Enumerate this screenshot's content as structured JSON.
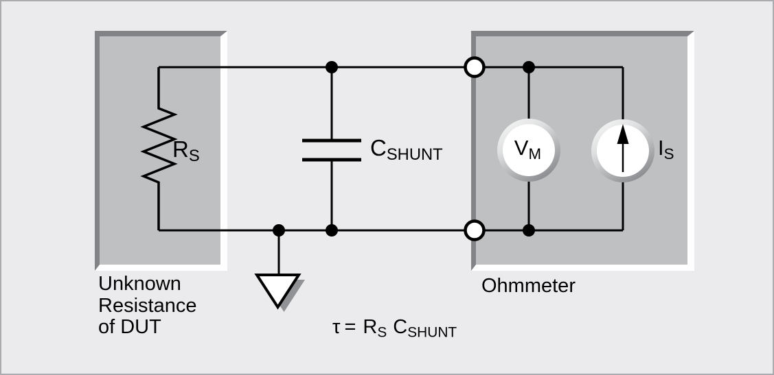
{
  "boxes": {
    "dut": {
      "caption_line1": "Unknown",
      "caption_line2": "Resistance",
      "caption_line3": "of DUT"
    },
    "ohmmeter": {
      "caption": "Ohmmeter"
    }
  },
  "components": {
    "resistor": {
      "base": "R",
      "sub": "S"
    },
    "capacitor": {
      "base": "C",
      "sub": "SHUNT"
    },
    "voltmeter": {
      "base": "V",
      "sub": "M"
    },
    "current_source": {
      "base": "I",
      "sub": "S"
    }
  },
  "equation": {
    "tau": "τ",
    "equals": "=",
    "r_base": "R",
    "r_sub": "S",
    "c_base": "C",
    "c_sub": "SHUNT"
  },
  "colors": {
    "background": "#ebebed",
    "page_border": "#a9abae",
    "box_fill": "#bec0c2",
    "box_shadow_edge": "#818386",
    "box_highlight_edge": "#ffffff",
    "wire": "#000000",
    "meter_ring_dark": "#8c8e91",
    "ground_shadow": "#909295"
  }
}
